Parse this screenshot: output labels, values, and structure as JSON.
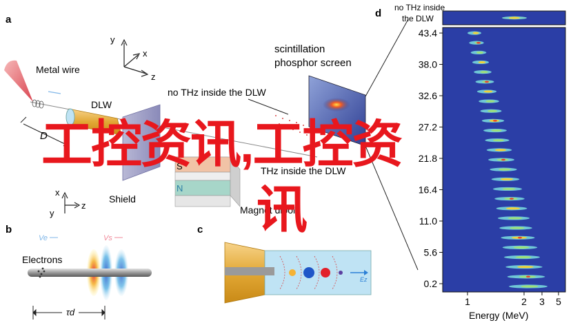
{
  "panels": {
    "a": "a",
    "b": "b",
    "c": "c",
    "d": "d"
  },
  "panel_a": {
    "metal_wire": "Metal wire",
    "dlw": "DLW",
    "d_label": "D",
    "scintillation_line1": "scintillation",
    "scintillation_line2": "phosphor screen",
    "no_thz": "no THz inside the DLW",
    "thz": "THz inside the DLW",
    "shield": "Shield",
    "magnet_dipole": "Magnet dipole",
    "magnet_s": "S",
    "magnet_n": "N",
    "axis_x": "x",
    "axis_y": "y",
    "axis_z": "z"
  },
  "panel_b": {
    "electrons": "Electrons",
    "ve": "Ve",
    "vs": "Vs",
    "tau": "τd"
  },
  "panel_c": {
    "ez": "Ez"
  },
  "panel_d": {
    "no_thz_line1": "no THz inside",
    "no_thz_line2": "the DLW",
    "y_ticks": [
      "43.4",
      "38.0",
      "32.6",
      "27.2",
      "21.8",
      "16.4",
      "11.0",
      "5.6",
      "0.2"
    ],
    "x_ticks": [
      "1",
      "2",
      "3",
      "5"
    ],
    "xlabel": "Energy (MeV)"
  },
  "watermark": {
    "line1": "工控资讯,工控资",
    "line2": "讯"
  },
  "colors": {
    "plot_bg": "#2b3ea6",
    "watermark": "#e8171d",
    "magnet_s": "#f1c3a6",
    "magnet_n": "#a7d6c9"
  }
}
